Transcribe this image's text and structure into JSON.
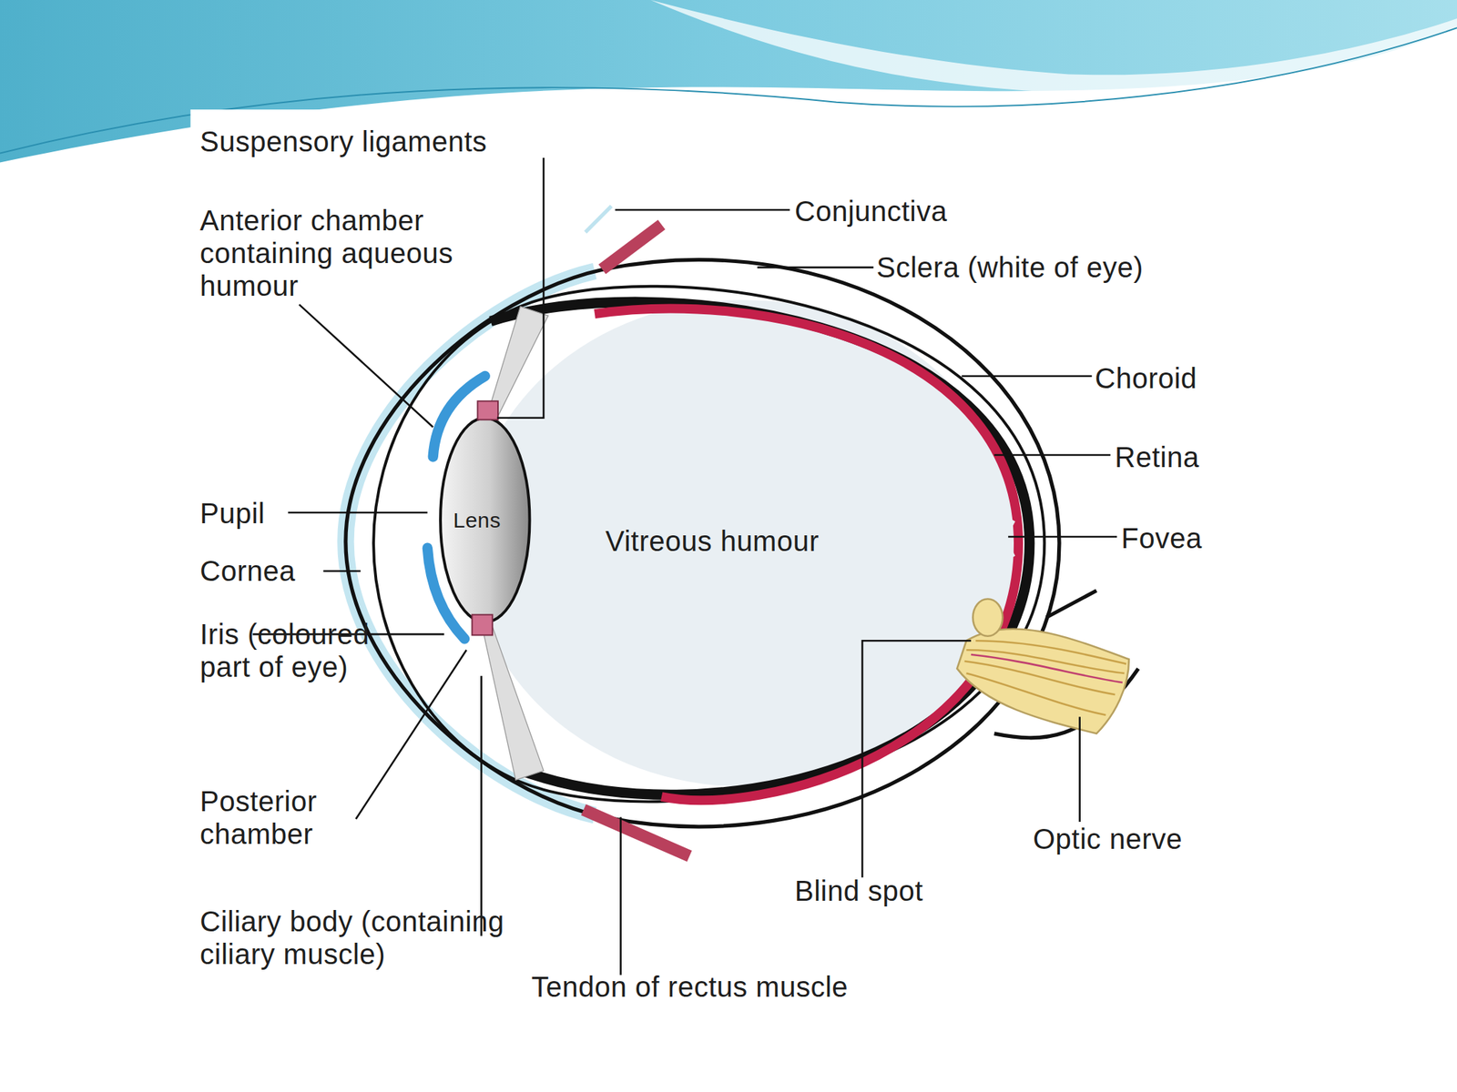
{
  "diagram": {
    "labels": [
      "Suspensory ligaments",
      "Anterior chamber containing aqueous humour",
      "Conjunctiva",
      "Sclera (white of eye)",
      "Choroid",
      "Retina",
      "Pupil",
      "Lens",
      "Vitreous humour",
      "Fovea",
      "Cornea",
      "Iris (coloured part of eye)",
      "Posterior chamber",
      "Ciliary body (containing ciliary muscle)",
      "Tendon of rectus muscle",
      "Blind spot",
      "Optic nerve"
    ]
  }
}
